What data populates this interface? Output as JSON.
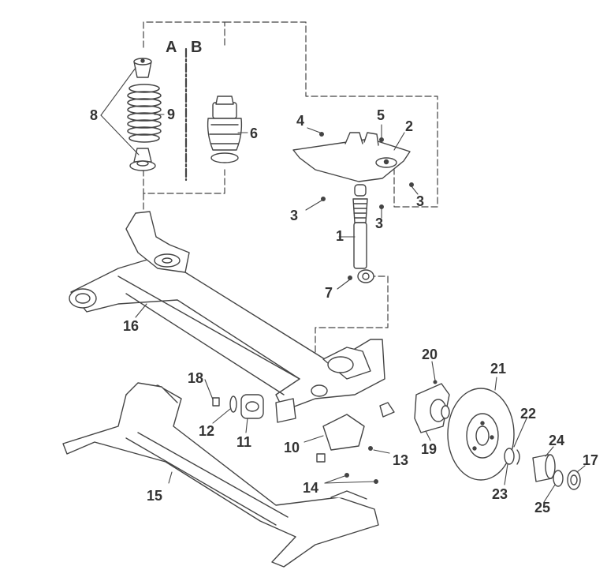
{
  "diagram": {
    "variant_a": "A",
    "variant_b": "B",
    "callouts": {
      "c1": "1",
      "c2": "2",
      "c3a": "3",
      "c3b": "3",
      "c3c": "3",
      "c4": "4",
      "c5": "5",
      "c6": "6",
      "c7": "7",
      "c8": "8",
      "c9": "9",
      "c10": "10",
      "c11": "11",
      "c12": "12",
      "c13": "13",
      "c14": "14",
      "c15": "15",
      "c16": "16",
      "c17": "17",
      "c18": "18",
      "c19": "19",
      "c20": "20",
      "c21": "21",
      "c22": "22",
      "c23": "23",
      "c24": "24",
      "c25": "25"
    }
  },
  "colors": {
    "ink": "#333333",
    "line": "#444444",
    "paper": "#ffffff"
  }
}
